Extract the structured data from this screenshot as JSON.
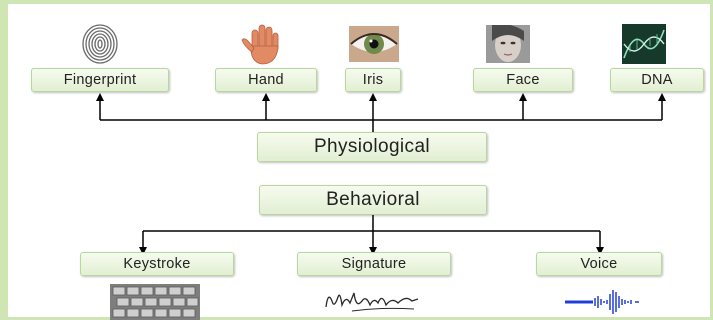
{
  "diagram": {
    "categories": {
      "physiological": "Physiological",
      "behavioral": "Behavioral"
    },
    "physiological_traits": [
      {
        "label": "Fingerprint",
        "icon": "fingerprint-icon"
      },
      {
        "label": "Hand",
        "icon": "hand-icon"
      },
      {
        "label": "Iris",
        "icon": "eye-iris-icon"
      },
      {
        "label": "Face",
        "icon": "face-photo-icon"
      },
      {
        "label": "DNA",
        "icon": "dna-helix-icon"
      }
    ],
    "behavioral_traits": [
      {
        "label": "Keystroke",
        "icon": "keyboard-icon"
      },
      {
        "label": "Signature",
        "icon": "signature-icon"
      },
      {
        "label": "Voice",
        "icon": "voice-waveform-icon"
      }
    ],
    "colors": {
      "box_fill": "#e2efd2",
      "box_border": "#b9d6a0",
      "frame": "#cfe6b4",
      "arrow": "#000000"
    }
  }
}
